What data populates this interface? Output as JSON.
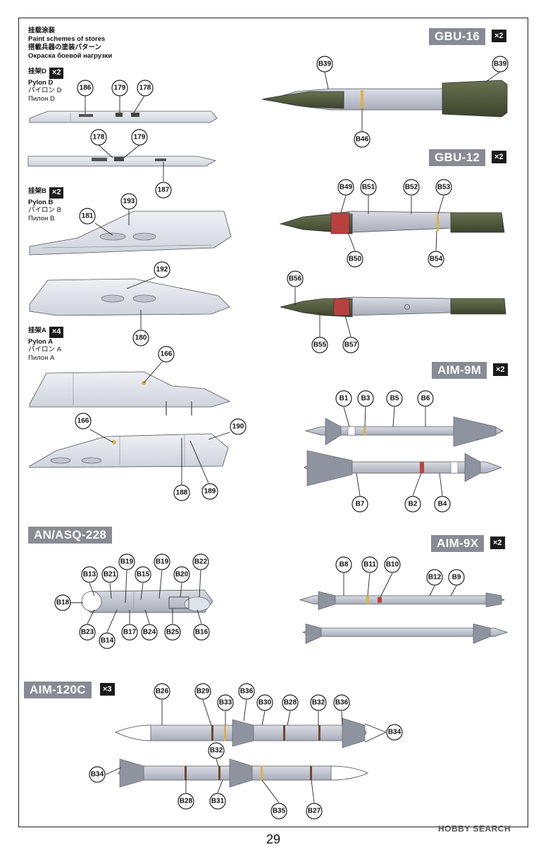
{
  "legend": {
    "zh": "挂载涂装",
    "en": "Paint schemes of stores",
    "ja": "搭載兵器の塗装パターン",
    "ru": "Окраска боевой нагрузки"
  },
  "pylons": [
    {
      "zh": "挂架D",
      "en": "Pylon D",
      "ja": "パイロン D",
      "ru": "Пилон D",
      "qty": "×2"
    },
    {
      "zh": "挂架B",
      "en": "Pylon B",
      "ja": "パイロン B",
      "ru": "Пилон B",
      "qty": "×2"
    },
    {
      "zh": "挂架A",
      "en": "Pylon A",
      "ja": "パイロン A",
      "ru": "Пилон A",
      "qty": "×4"
    }
  ],
  "stores": [
    {
      "title": "GBU-16",
      "qty": "×2"
    },
    {
      "title": "GBU-12",
      "qty": "×2"
    },
    {
      "title": "AIM-9M",
      "qty": "×2"
    },
    {
      "title": "AN/ASQ-228",
      "qty": ""
    },
    {
      "title": "AIM-9X",
      "qty": "×2"
    },
    {
      "title": "AIM-120C",
      "qty": "×3"
    }
  ],
  "callouts": {
    "pylon_d": [
      "186",
      "179",
      "178",
      "178",
      "179",
      "187"
    ],
    "pylon_b": [
      "193",
      "181",
      "192",
      "180"
    ],
    "pylon_a": [
      "166",
      "166",
      "190",
      "188",
      "189"
    ],
    "gbu16": [
      "B39",
      "B39",
      "B46"
    ],
    "gbu12": [
      "B49",
      "B51",
      "B52",
      "B53",
      "B50",
      "B54",
      "B56",
      "B55",
      "B57"
    ],
    "aim9m": [
      "B1",
      "B3",
      "B5",
      "B6",
      "B7",
      "B2",
      "B4"
    ],
    "asq228": [
      "B19",
      "B19",
      "B22",
      "B13",
      "B21",
      "B15",
      "B20",
      "B18",
      "B23",
      "B14",
      "B17",
      "B24",
      "B25",
      "B16"
    ],
    "aim9x": [
      "B8",
      "B11",
      "B10",
      "B12",
      "B9"
    ],
    "aim120c": [
      "B26",
      "B29",
      "B33",
      "B36",
      "B30",
      "B28",
      "B32",
      "B36",
      "B34",
      "B32",
      "B34",
      "B28",
      "B31",
      "B35",
      "B27"
    ]
  },
  "footer": {
    "page_number": "29",
    "watermark": "HOBBY SEARCH"
  },
  "colors": {
    "pylon_grey": "#dfe3ea",
    "store_grey": "#c9ccd6",
    "olive": "#4b5238",
    "red_band": "#b8413f",
    "yellow_band": "#d8b24a",
    "brown_band": "#6b4a2e",
    "title_bg": "#8a8a95"
  }
}
